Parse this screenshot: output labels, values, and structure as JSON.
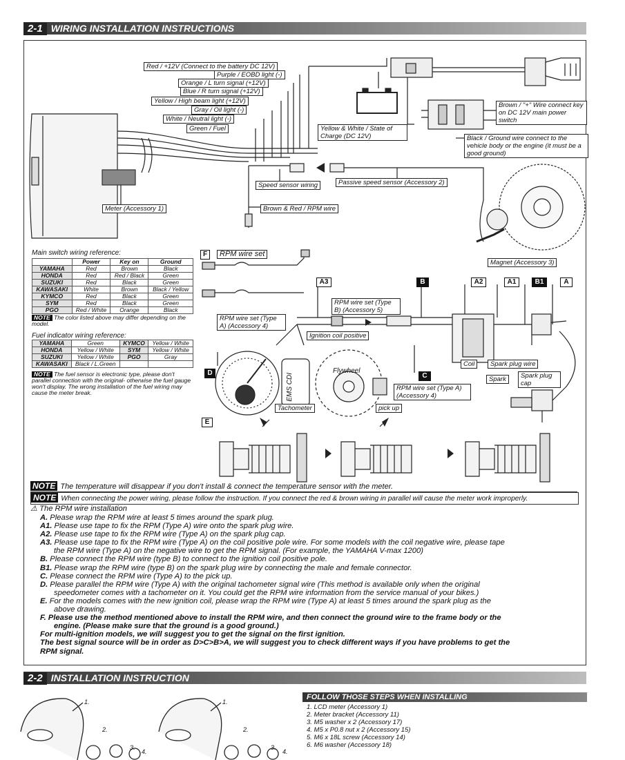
{
  "section1": {
    "num": "2-1",
    "title": "WIRING INSTALLATION INSTRUCTIONS"
  },
  "section2": {
    "num": "2-2",
    "title": "INSTALLATION INSTRUCTION"
  },
  "wires": [
    "Red / +12V (Connect to the battery DC 12V)",
    "Purple / EOBD light (-)",
    "Orange / L turn signal (+12V)",
    "Blue / R turn signal (+12V)",
    "Yellow / High beam light (+12V)",
    "Gray / Oil light (-)",
    "White / Neutral light (-)",
    "Green / Fuel"
  ],
  "labels": {
    "brown_wire": "Brown / \"+\" Wire connect key on DC 12V main power switch",
    "yellow_white": "Yellow & White / State of Charge (DC 12V)",
    "black_ground": "Black / Ground wire connect to the vehicle body or the engine (it must be a good ground)",
    "speed_sensor_wiring": "Speed sensor wiring",
    "passive_speed_sensor": "Passive speed sensor (Accessory 2)",
    "brown_red": "Brown & Red / RPM wire",
    "meter": "Meter (Accessory 1)",
    "magnet": "Magnet (Accessory 3)",
    "rpm_wire_set": "RPM wire set",
    "rpm_type_b": "RPM wire set (Type B) (Accessory 5)",
    "rpm_type_a1": "RPM wire set (Type A) (Accessory 4)",
    "rpm_type_a2": "RPM wire set (Type A) (Accessory 4)",
    "ignition_coil_positive": "Ignition coil positive",
    "coil": "Coil",
    "spark_plug_wire": "Spark plug wire",
    "spark": "Spark",
    "spark_plug_cap": "Spark plug cap",
    "tachometer": "Tachometer",
    "pick_up": "pick up",
    "flywheel": "Flywheel",
    "ems_cdi": "EMS CDI"
  },
  "markers": [
    "F",
    "A3",
    "B",
    "A2",
    "A1",
    "B1",
    "A",
    "D",
    "C",
    "E"
  ],
  "main_switch": {
    "title": "Main switch wiring reference:",
    "headers": [
      "",
      "Power",
      "Key on",
      "Ground"
    ],
    "rows": [
      [
        "YAMAHA",
        "Red",
        "Brown",
        "Black"
      ],
      [
        "HONDA",
        "Red",
        "Red / Black",
        "Green"
      ],
      [
        "SUZUKI",
        "Red",
        "Black",
        "Green"
      ],
      [
        "KAWASAKI",
        "White",
        "Brown",
        "Black / Yellow"
      ],
      [
        "KYMCO",
        "Red",
        "Black",
        "Green"
      ],
      [
        "SYM",
        "Red",
        "Black",
        "Green"
      ],
      [
        "PGO",
        "Red / White",
        "Orange",
        "Black"
      ]
    ],
    "note": "The color listed above may differ depending on the model."
  },
  "fuel": {
    "title": "Fuel indicator wiring reference:",
    "rows": [
      [
        "YAMAHA",
        "Green",
        "KYMCO",
        "Yellow / White"
      ],
      [
        "HONDA",
        "Yellow / White",
        "SYM",
        "Yellow / White"
      ],
      [
        "SUZUKI",
        "Yellow / White",
        "PGO",
        "Gray"
      ],
      [
        "KAWASAKI",
        "Black / L.Green",
        "",
        ""
      ]
    ],
    "note": "The fuel sensor is electronic type, please don't parallel connection with the original- otherwise the fuel gauge won't display. The wrong installation of the fuel wiring may cause the meter break."
  },
  "note_label": "NOTE",
  "notes": [
    "The temperature will disappear if you don't install & connect the temperature sensor with the meter.",
    "When connecting the power wiring, please follow the instruction. If you connect the red & brown wiring in parallel will cause the meter work improperly."
  ],
  "rpm_install": {
    "title": "The RPM wire installation",
    "lines": [
      {
        "k": "A.",
        "t": "Please wrap the RPM wire at least 5 times around the spark plug."
      },
      {
        "k": "A1.",
        "t": "Please use tape to fix the RPM (Type A) wire onto the spark plug wire."
      },
      {
        "k": "A2.",
        "t": "Please use tape to fix the RPM wire (Type A) on the spark plug cap."
      },
      {
        "k": "A3.",
        "t": "Please use tape to fix the RPM wire (Type A) on the coil positive pole wire. For some models with the coil negative wire, please tape"
      },
      {
        "k": "",
        "t": "the RPM wire (Type A) on the negative wire to get the RPM signal. (For example, the YAMAHA V-max 1200)"
      },
      {
        "k": "B.",
        "t": "Please connect the RPM wire (type B) to connect to the ignition coil positive pole."
      },
      {
        "k": "B1.",
        "t": "Please wrap the RPM wire (type B) on the spark plug wire by connecting the male and female connector."
      },
      {
        "k": "C.",
        "t": "Please connect the RPM wire (Type A) to the pick up."
      },
      {
        "k": "D.",
        "t": "Please parallel the RPM wire (Type A) with the original tachometer signal wire (This method is available only when the original"
      },
      {
        "k": "",
        "t": "speedometer comes with a tachometer on it. You could get the RPM wire information from the service manual of your bikes.)"
      },
      {
        "k": "E.",
        "t": "For the models comes with the new ignition coil, please wrap the RPM wire (Type A) at least 5 times around the spark plug as the"
      },
      {
        "k": "",
        "t": "above drawing."
      }
    ],
    "bold_lines": [
      "F. Please use the method mentioned above to install the RPM wire, and then connect the ground wire to the frame body or the",
      "engine. (Please make sure that the ground is a good ground.)",
      "For multi-ignition models, we will suggest you to get the signal on the first ignition.",
      "The best signal source will be in order as D>C>B>A, we will suggest you to check different ways if you have problems to get the",
      "RPM signal."
    ]
  },
  "steps": {
    "title": "FOLLOW THOSE STEPS WHEN INSTALLING",
    "items": [
      "1. LCD meter (Accessory 1)",
      "2. Meter bracket (Accessory 11)",
      "3. M5 washer x 2 (Accessory 17)",
      "4. M5 x P0.8 nut x 2 (Accessory 15)",
      "5. M6 x 18L screw (Accessory 14)",
      "6. M6 washer (Accessory 18)"
    ]
  },
  "callouts": [
    "1.",
    "2.",
    "3.",
    "4.",
    "1.",
    "2.",
    "3.",
    "4."
  ]
}
